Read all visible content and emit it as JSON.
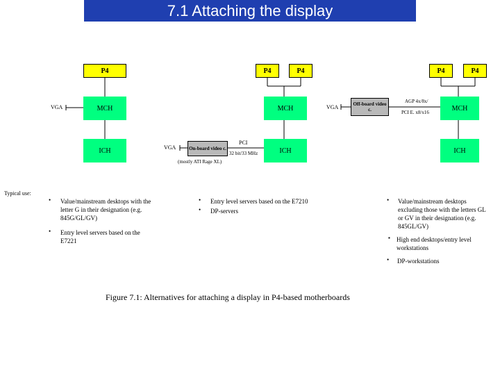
{
  "title": "7.1 Attaching the display",
  "left": {
    "p4": "P4",
    "vga": "VGA",
    "mch": "MCH",
    "ich": "ICH"
  },
  "middle": {
    "p4a": "P4",
    "p4b": "P4",
    "mch": "MCH",
    "ich": "ICH",
    "vga": "VGA",
    "video": "On-board video c.",
    "pci": "PCI",
    "pci_speed": "32 bit/33 MHz",
    "note": "(mostly ATI Rage XL)"
  },
  "right": {
    "p4a": "P4",
    "p4b": "P4",
    "mch": "MCH",
    "ich": "ICH",
    "vga": "VGA",
    "video": "Off-board video c.",
    "agp": "AGP 4x/8x/",
    "pcie": "PCI E. x8/x16"
  },
  "typical_use_label": "Typical use:",
  "uses_left": [
    "Value/mainstream desktops with the letter G in their designation (e.g. 845G/GL/GV)",
    "Entry level servers based on the E7221"
  ],
  "uses_middle": [
    "Entry level servers based on the E7210",
    "DP-servers"
  ],
  "uses_right": [
    "Value/mainstream desktops excluding those with the letters GL or GV in their designation (e.g. 845GL/GV)",
    "High end desktops/entry level workstations",
    "DP-workstations"
  ],
  "bullet_symbols": {
    "dot": "•",
    "square": "▪"
  },
  "caption": "Figure 7.1: Alternatives for attaching a display in P4-based motherboards"
}
